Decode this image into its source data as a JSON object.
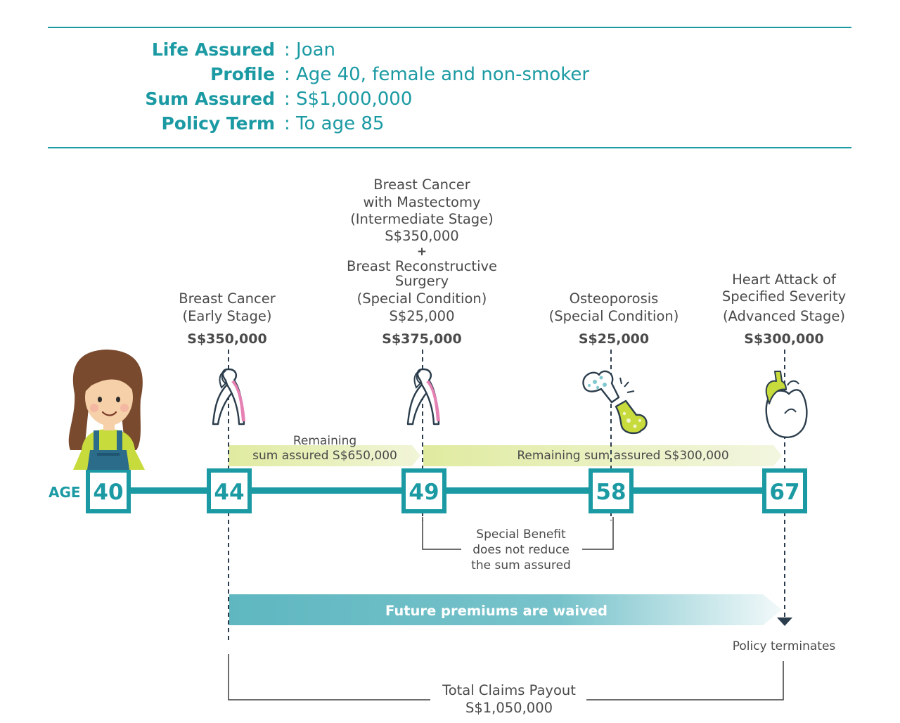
{
  "profile": {
    "rows": [
      {
        "label": "Life Assured",
        "value": ": Joan"
      },
      {
        "label": "Profile",
        "value": ": Age 40, female and non-smoker"
      },
      {
        "label": "Sum Assured",
        "value": ": S$1,000,000"
      },
      {
        "label": "Policy Term",
        "value": ": To age 85"
      }
    ]
  },
  "timeline": {
    "axis_label": "AGE",
    "ages": [
      "40",
      "44",
      "49",
      "58",
      "67"
    ],
    "events": [
      {
        "lines": [
          "Breast Cancer",
          "(Early Stage)"
        ],
        "amount": "S$350,000"
      },
      {
        "lines": [
          "Breast Cancer",
          "with Mastectomy",
          "(Intermediate Stage)",
          "S$350,000",
          "+",
          "Breast Reconstructive",
          "Surgery",
          "(Special Condition)",
          "S$25,000"
        ],
        "amount": "S$375,000"
      },
      {
        "lines": [
          "Osteoporosis",
          "(Special Condition)"
        ],
        "amount": "S$25,000"
      },
      {
        "lines": [
          "Heart Attack of",
          "Specified Severity",
          "(Advanced Stage)"
        ],
        "amount": "S$300,000"
      }
    ],
    "remaining_1": [
      "Remaining",
      "sum assured S$650,000"
    ],
    "remaining_2": "Remaining sum assured S$300,000",
    "special_benefit": [
      "Special Benefit",
      "does not reduce",
      "the sum assured"
    ],
    "waived": "Future premiums are waived",
    "terminates": "Policy terminates",
    "total": [
      "Total Claims Payout",
      "S$1,050,000"
    ]
  },
  "colors": {
    "teal": "#1b9aa3",
    "lime_band": "#e3eda8",
    "ribbon_pink": "#e681b3",
    "dark_navy": "#2b3d4c"
  },
  "icons": [
    "cancer-ribbon-icon",
    "bone-icon",
    "heart-icon",
    "woman-avatar"
  ]
}
